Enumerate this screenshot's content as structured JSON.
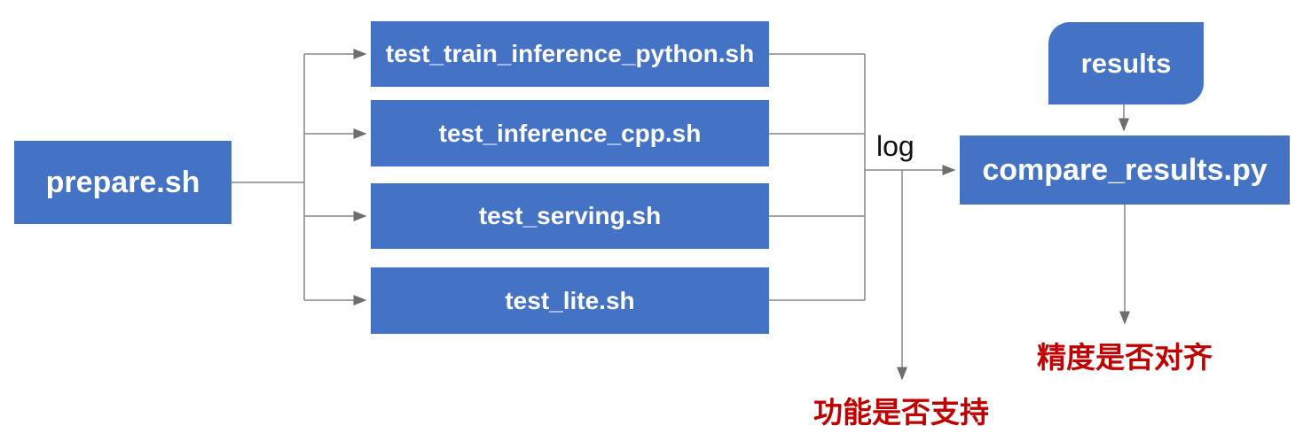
{
  "diagram": {
    "nodes": {
      "prepare": {
        "label": "prepare.sh"
      },
      "test_train_inference_python": {
        "label": "test_train_inference_python.sh"
      },
      "test_inference_cpp": {
        "label": "test_inference_cpp.sh"
      },
      "test_serving": {
        "label": "test_serving.sh"
      },
      "test_lite": {
        "label": "test_lite.sh"
      },
      "compare_results": {
        "label": "compare_results.py"
      },
      "results": {
        "label": "results"
      }
    },
    "edge_labels": {
      "log": "log"
    },
    "annotations": {
      "function_support": "功能是否支持",
      "precision_aligned": "精度是否对齐"
    },
    "colors": {
      "node_fill": "#4472C4",
      "node_text": "#FFFFFF",
      "connector": "#858585",
      "arrowhead": "#6E6E6E",
      "annotation_text": "#C00000",
      "edge_label_text": "#111111",
      "background": "#FFFFFF"
    }
  }
}
